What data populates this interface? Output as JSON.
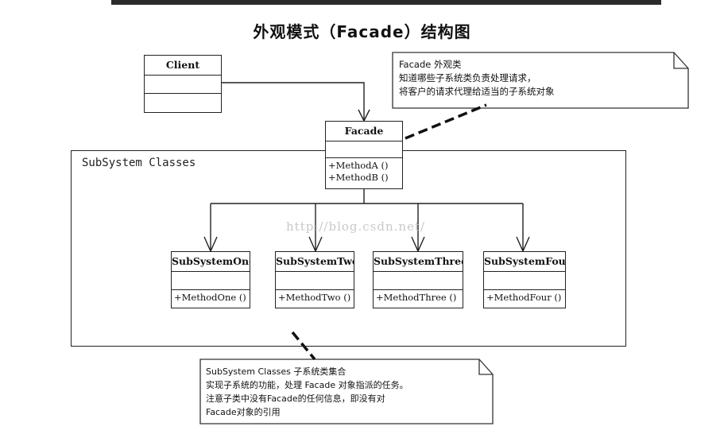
{
  "title": "外观模式（Facade）结构图",
  "watermark": "http://blog.csdn.net/",
  "client": {
    "name": "Client"
  },
  "facade": {
    "name": "Facade",
    "operations": [
      "+MethodA ()",
      "+MethodB ()"
    ]
  },
  "subsystem_package": {
    "label": "SubSystem Classes"
  },
  "subsystems": [
    {
      "name": "SubSystemOne",
      "operation": "+MethodOne ()"
    },
    {
      "name": "SubSystemTwo",
      "operation": "+MethodTwo ()"
    },
    {
      "name": "SubSystemThree",
      "operation": "+MethodThree ()"
    },
    {
      "name": "SubSystemFour",
      "operation": "+MethodFour ()"
    }
  ],
  "facade_note": {
    "lines": [
      "Facade  外观类",
      "知道哪些子系统类负责处理请求，",
      "将客户的请求代理给适当的子系统对象"
    ]
  },
  "subsystem_note": {
    "lines": [
      "SubSystem Classes   子系统类集合",
      "实现子系统的功能，处理 Facade 对象指派的任务。",
      "注意子类中没有Facade的任何信息，即没有对",
      "Facade对象的引用"
    ]
  }
}
